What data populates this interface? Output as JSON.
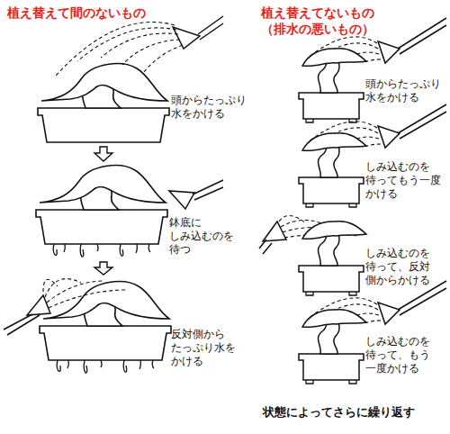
{
  "diagram": {
    "labels": [
      "植え替えて間のないもの",
      "植え替えてないもの （排水の悪いもの）",
      "頭からたっぷり 水をかける",
      "鉢底に しみ込むのを 待つ",
      "反対側から たっぷり水を かける",
      "頭からたっぷり 水をかける",
      "しみ込むのを 待ってもう一度 かける",
      "しみ込むのを 待って、反対 側からかける",
      "しみ込むのを 待って、もう 一度かける",
      "状態によってさらに繰り返す"
    ]
  }
}
